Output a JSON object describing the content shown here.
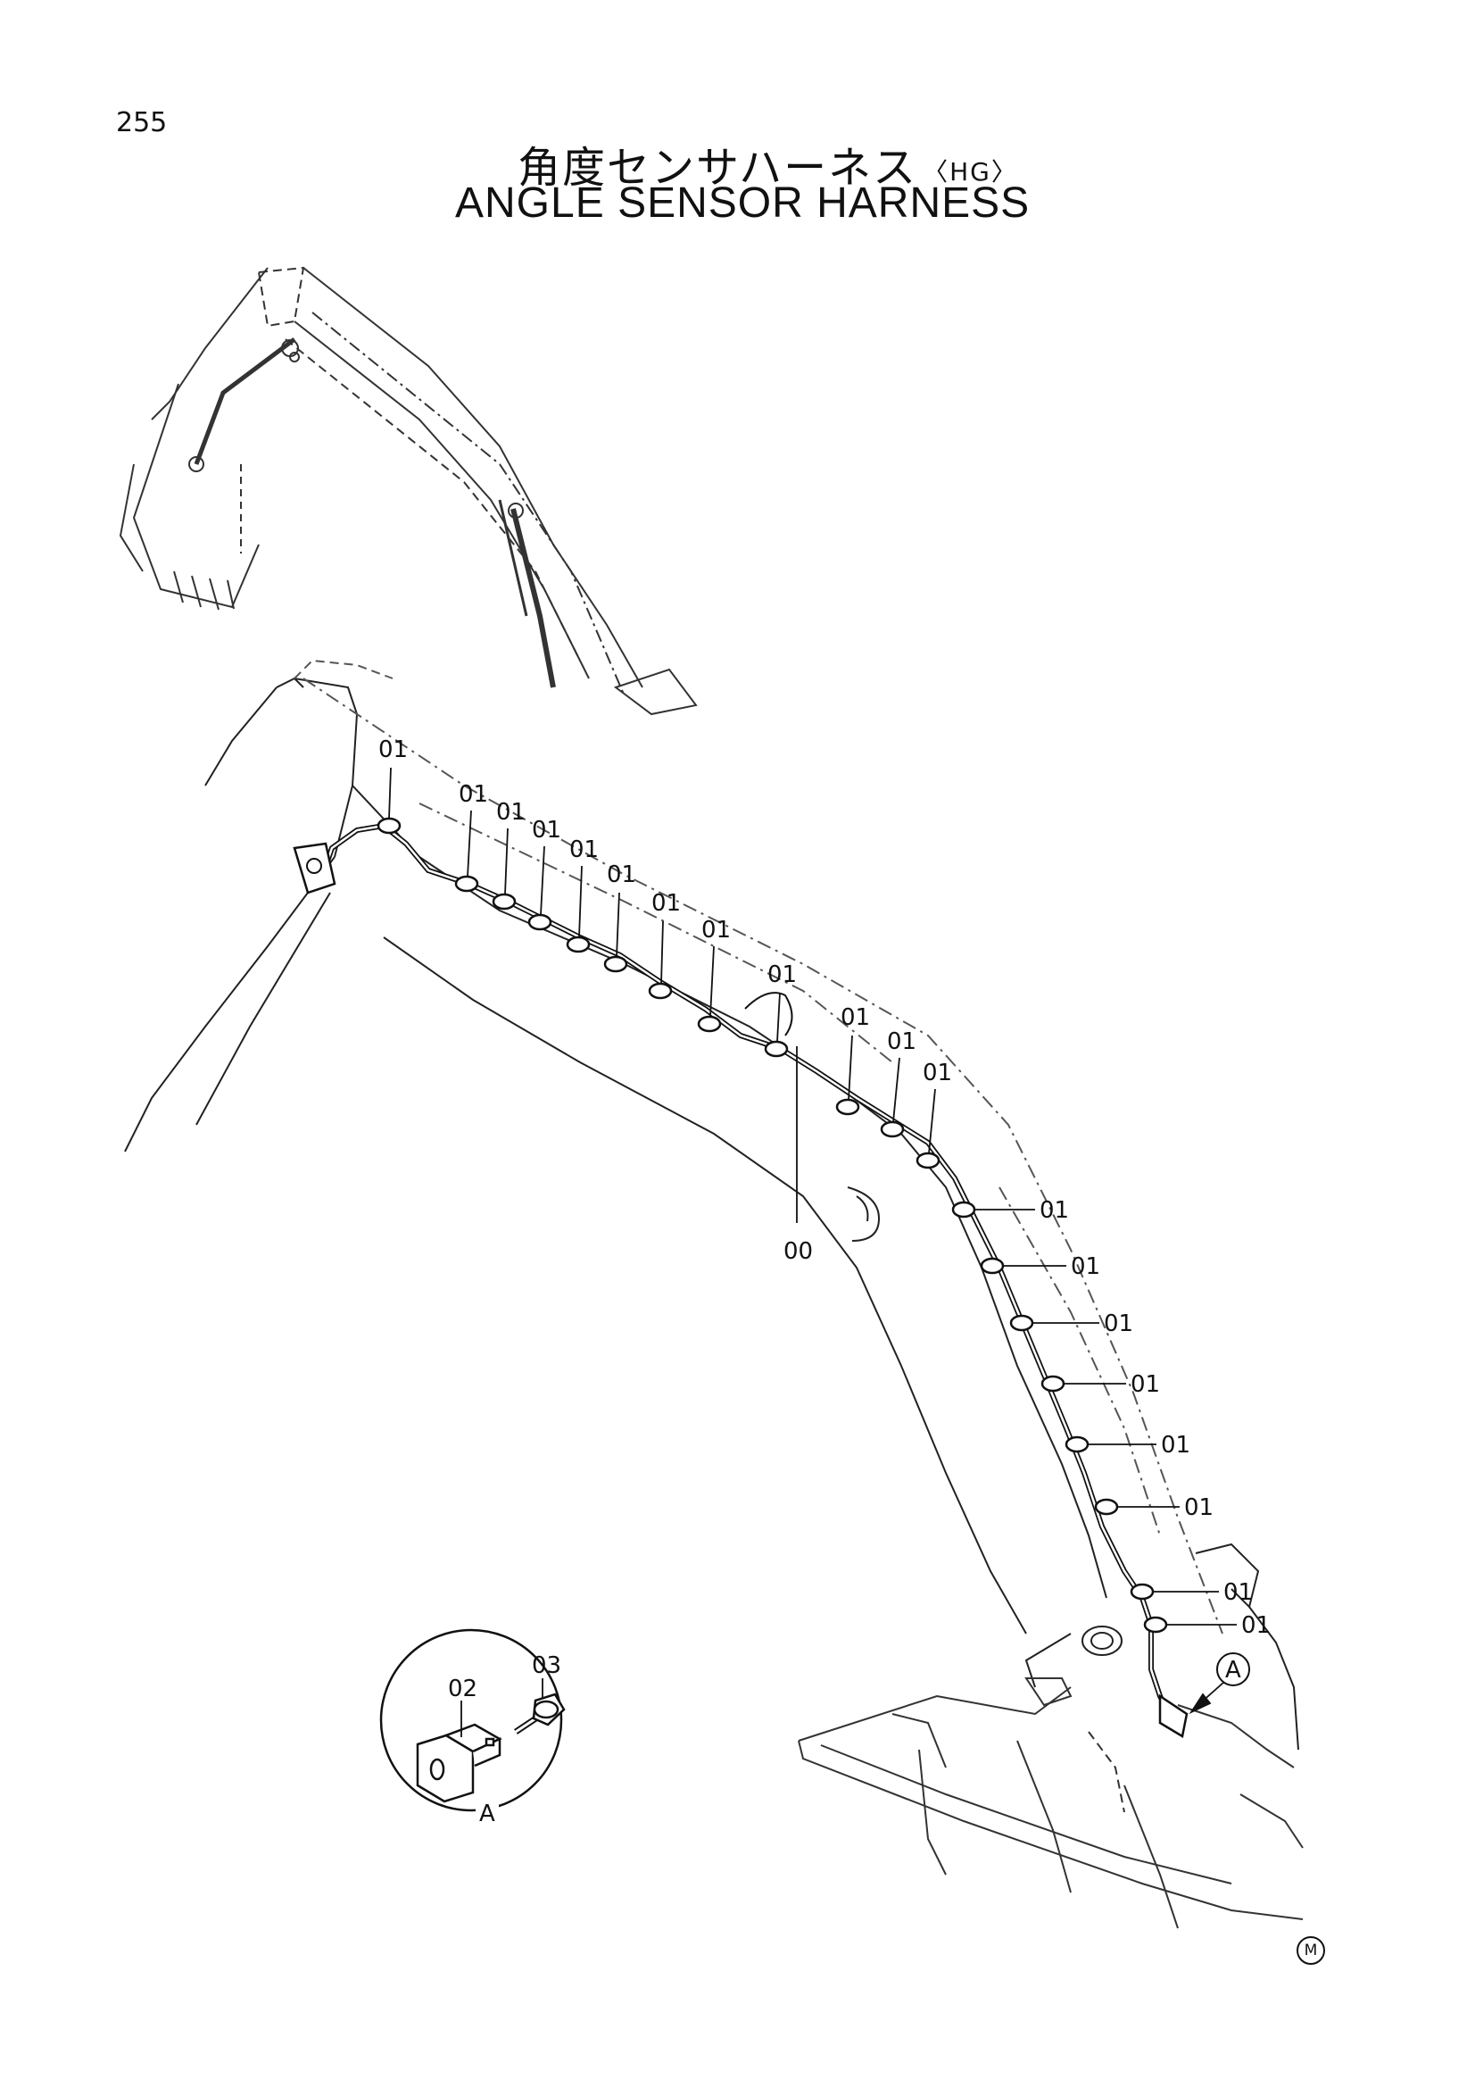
{
  "page_number": "255",
  "title_jp": "角度センサハーネス",
  "title_tag": "〈HG〉",
  "title_en": "ANGLE SENSOR HARNESS",
  "callouts": {
    "harness": "00",
    "clamp": "01",
    "bracket": "02",
    "bolt": "03",
    "detail_ref": "A"
  },
  "footer_mark": "M"
}
